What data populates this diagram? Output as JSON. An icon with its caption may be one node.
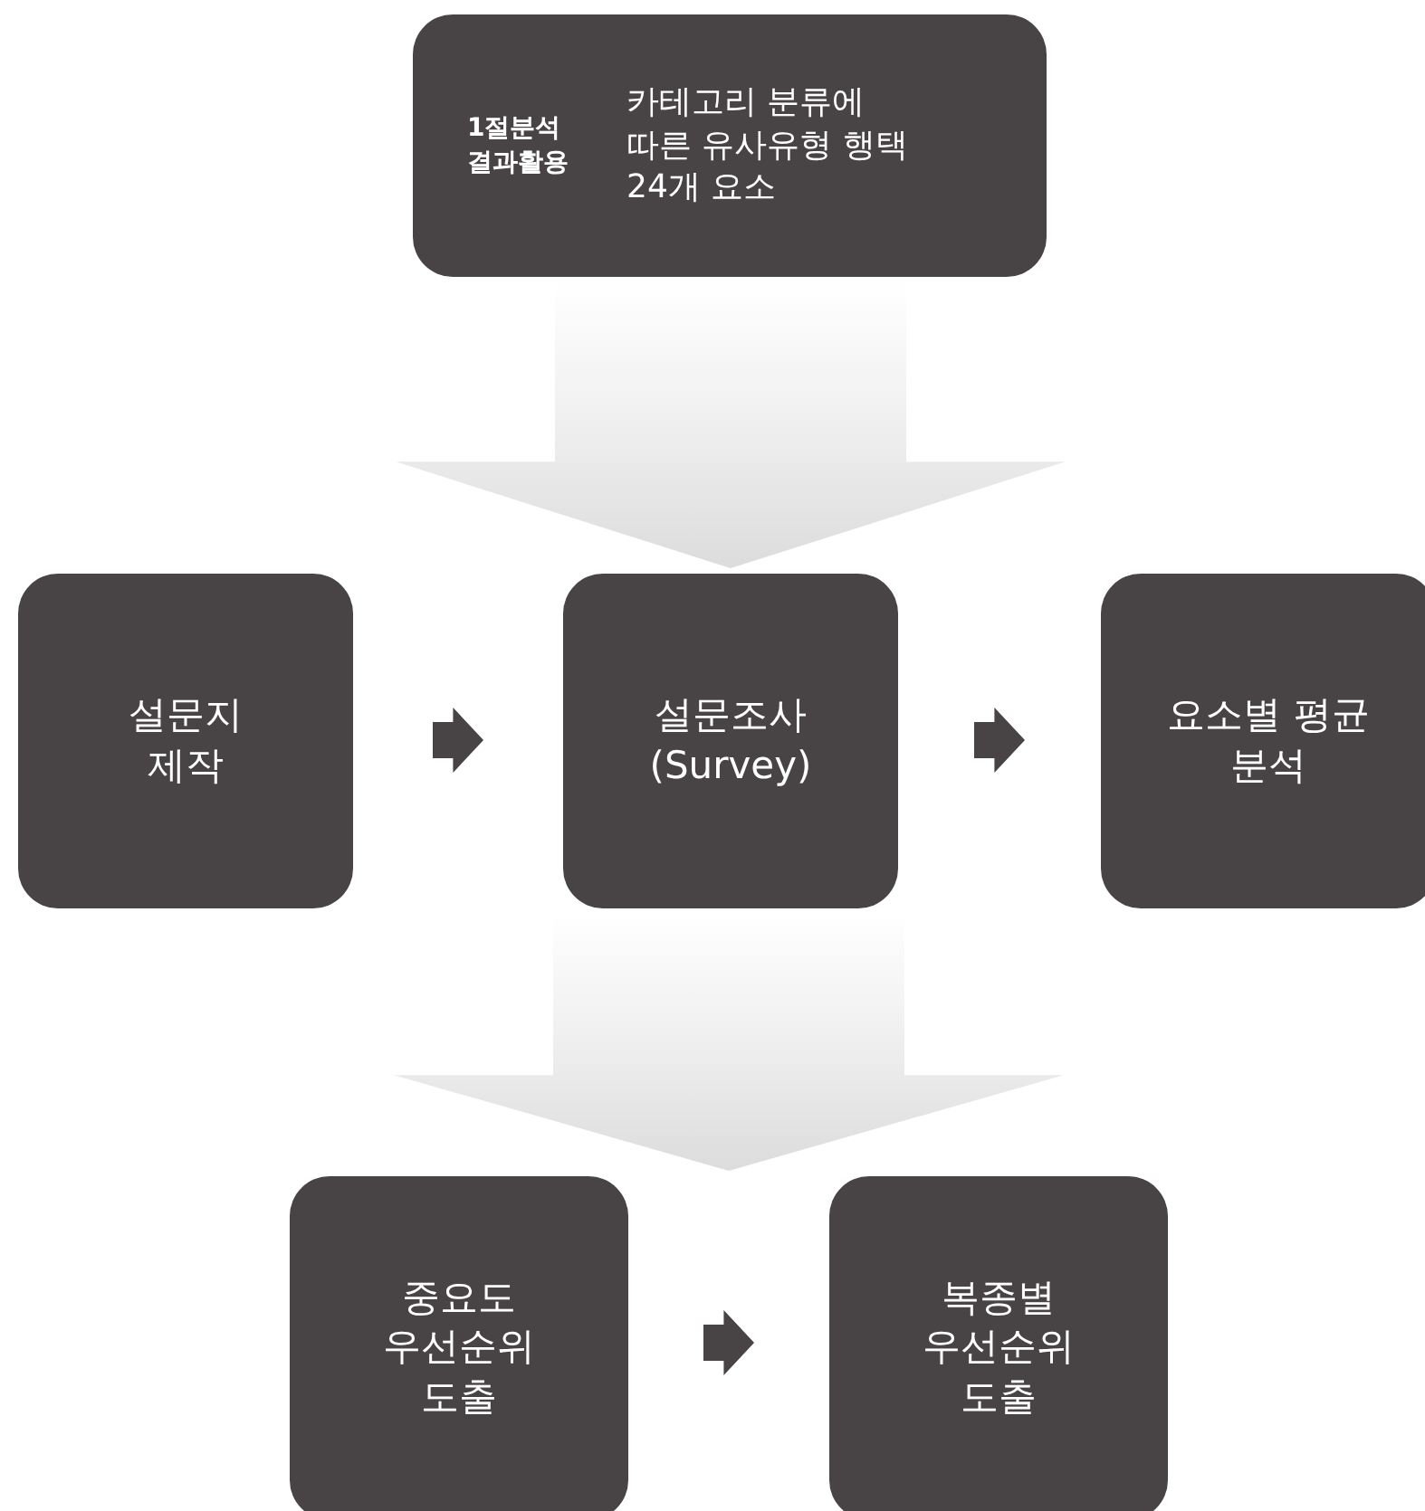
{
  "diagram": {
    "nodes": [
      {
        "text": [
          "1절분석 결과활용",
          "카테고리 분류에 따른 유사유형 행택 24개 요소"
        ]
      },
      {
        "text": [
          "설문지 제작"
        ]
      },
      {
        "text": [
          "설문조사 (Survey)"
        ]
      },
      {
        "text": [
          "요소별 평균 분석"
        ]
      },
      {
        "text": [
          "중요도 우선순위 도출"
        ]
      },
      {
        "text": [
          "복종별 우선순위 도출"
        ]
      }
    ],
    "edges": [
      {
        "from": 0,
        "to": 2,
        "arrow": "to",
        "style": "thick"
      },
      {
        "from": 1,
        "to": 2,
        "arrow": "to"
      },
      {
        "from": 2,
        "to": 3,
        "arrow": "to"
      },
      {
        "from": 2,
        "to": 4,
        "arrow": "to",
        "style": "thick"
      },
      {
        "from": 2,
        "to": 5,
        "arrow": "to",
        "style": "thick"
      },
      {
        "from": 4,
        "to": 5,
        "arrow": "to"
      }
    ]
  }
}
